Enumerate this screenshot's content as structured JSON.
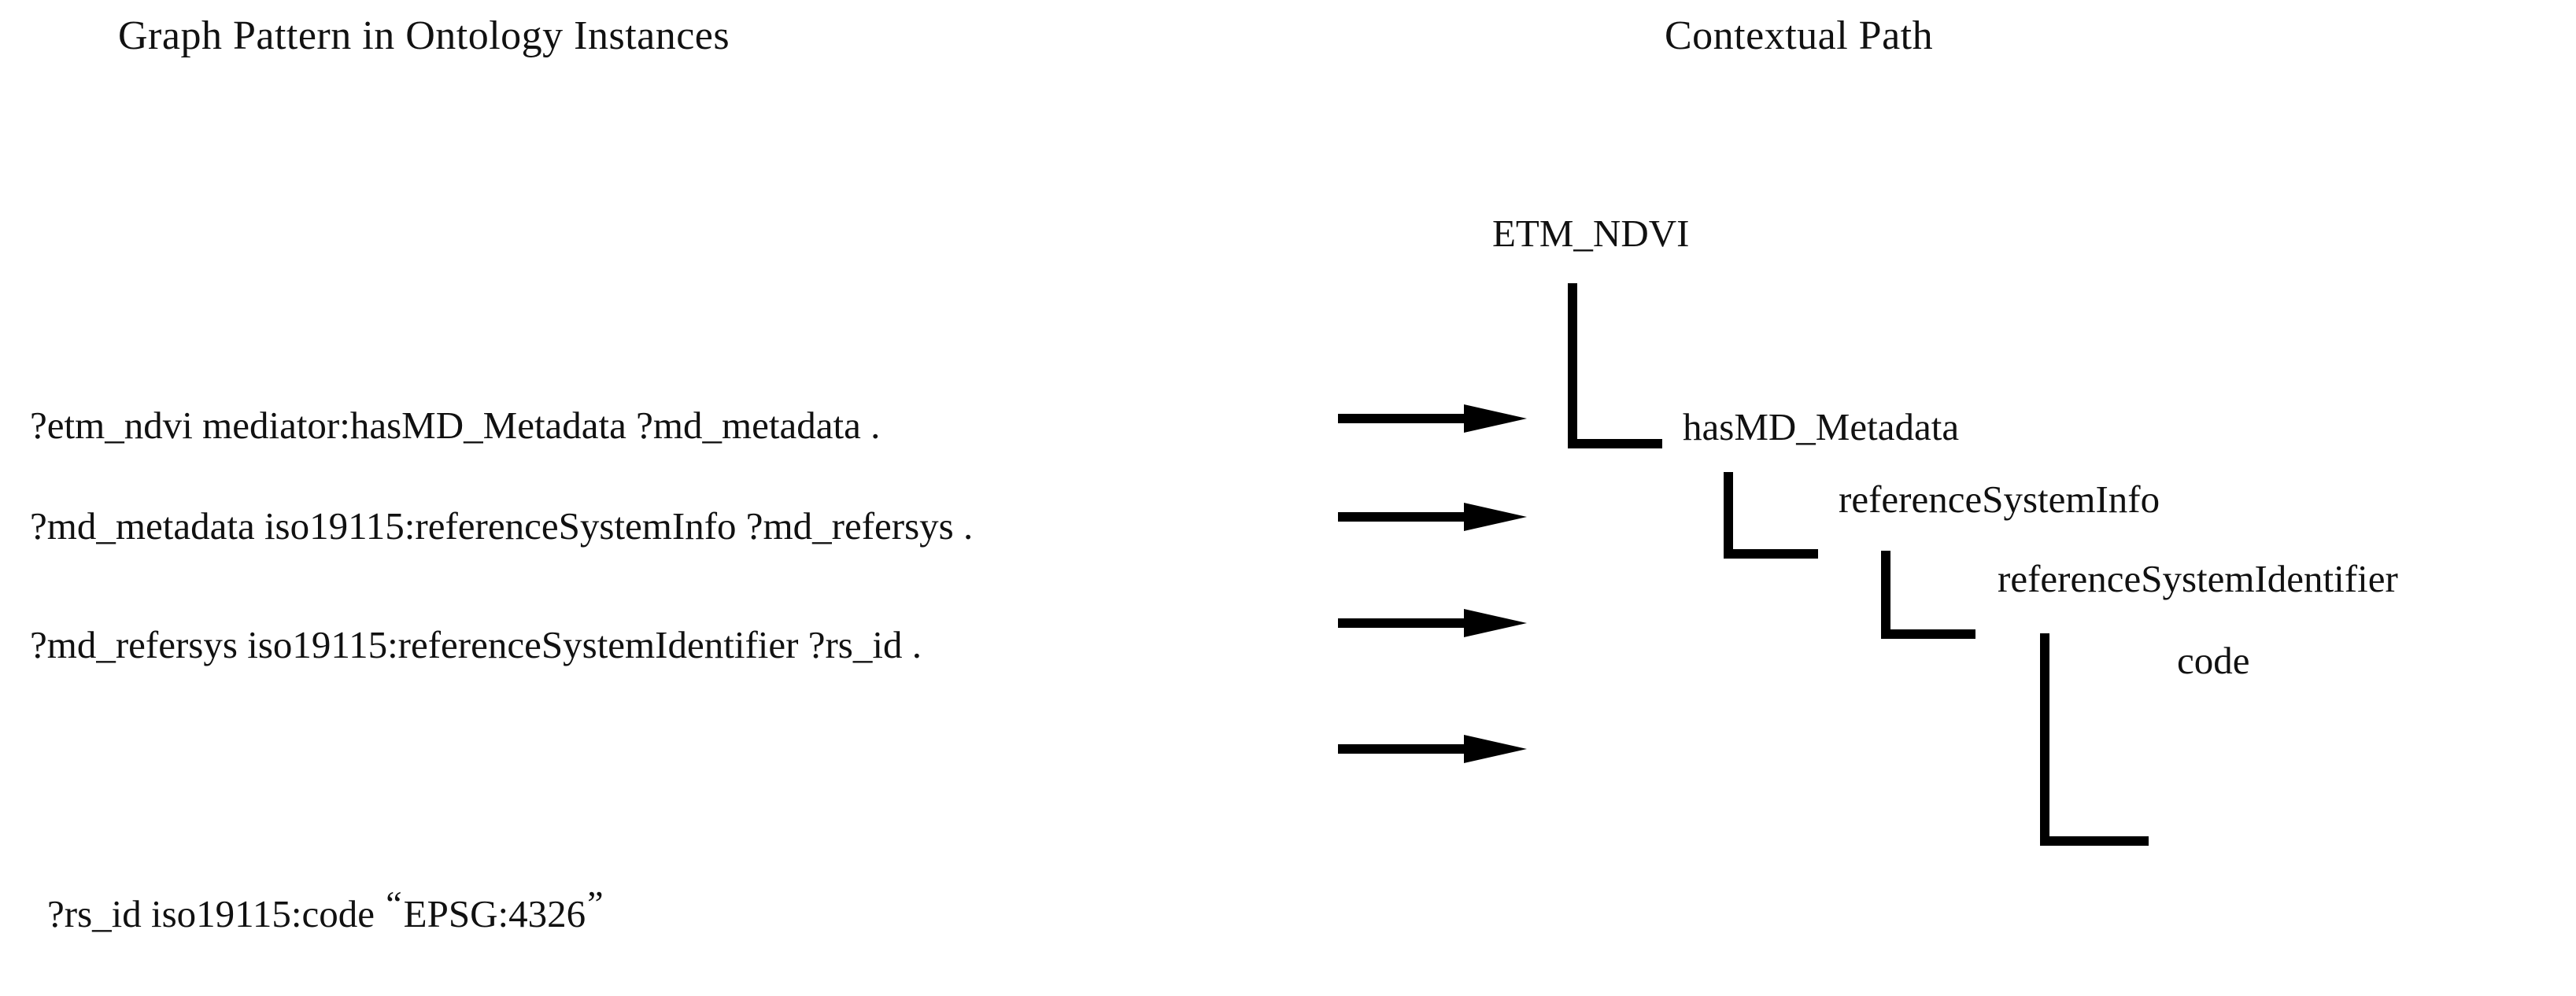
{
  "headings": {
    "left": "Graph Pattern in Ontology Instances",
    "right": "Contextual Path"
  },
  "graph_pattern": {
    "triples": [
      "?etm_ndvi mediator:hasMD_Metadata ?md_metadata .",
      "?md_metadata iso19115:referenceSystemInfo ?md_refersys .",
      "?md_refersys iso19115:referenceSystemIdentifier ?rs_id .",
      "?rs_id iso19115:code "
    ],
    "literal": {
      "open_quote": "“",
      "value": "EPSG:4326",
      "close_quote": "”"
    }
  },
  "arrows": {
    "icon": "arrow-right-icon",
    "count": 4,
    "color": "#000000"
  },
  "contextual_path": {
    "nodes": [
      {
        "label": "ETM_NDVI",
        "level": 0
      },
      {
        "label": "hasMD_Metadata",
        "level": 1
      },
      {
        "label": "referenceSystemInfo",
        "level": 2
      },
      {
        "label": "referenceSystemIdentifier",
        "level": 3
      },
      {
        "label": "code",
        "level": 4
      }
    ],
    "connector": "elbow-connector",
    "connector_color": "#000000"
  },
  "colors": {
    "background": "#ffffff",
    "text": "#111111",
    "stroke": "#000000"
  }
}
